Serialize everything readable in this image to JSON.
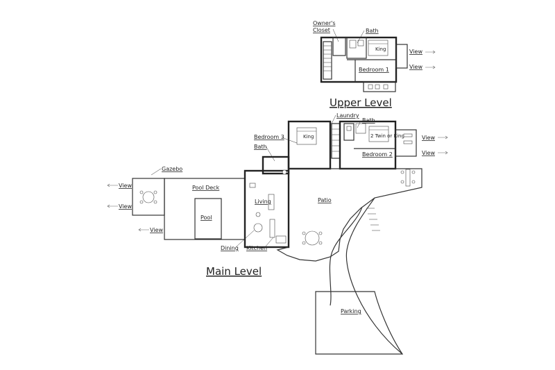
{
  "titles": {
    "upper": "Upper Level",
    "main": "Main Level"
  },
  "upper": {
    "owners_closet_1": "Owner's",
    "owners_closet_2": "Closet",
    "bath": "Bath",
    "bedroom1": "Bedroom 1",
    "bed": "King",
    "view": "View"
  },
  "main": {
    "laundry": "Laundry",
    "bath_right": "Bath",
    "bedroom3": "Bedroom 3",
    "bath_left": "Bath",
    "bedroom2": "Bedroom 2",
    "bed3": "King",
    "bed2": "2 Twin or King",
    "gazebo": "Gazebo",
    "pool_deck": "Pool Deck",
    "pool": "Pool",
    "living": "Living",
    "patio": "Patio",
    "dining": "Dining",
    "kitchen": "Kitchen",
    "parking": "Parking",
    "view": "View"
  }
}
